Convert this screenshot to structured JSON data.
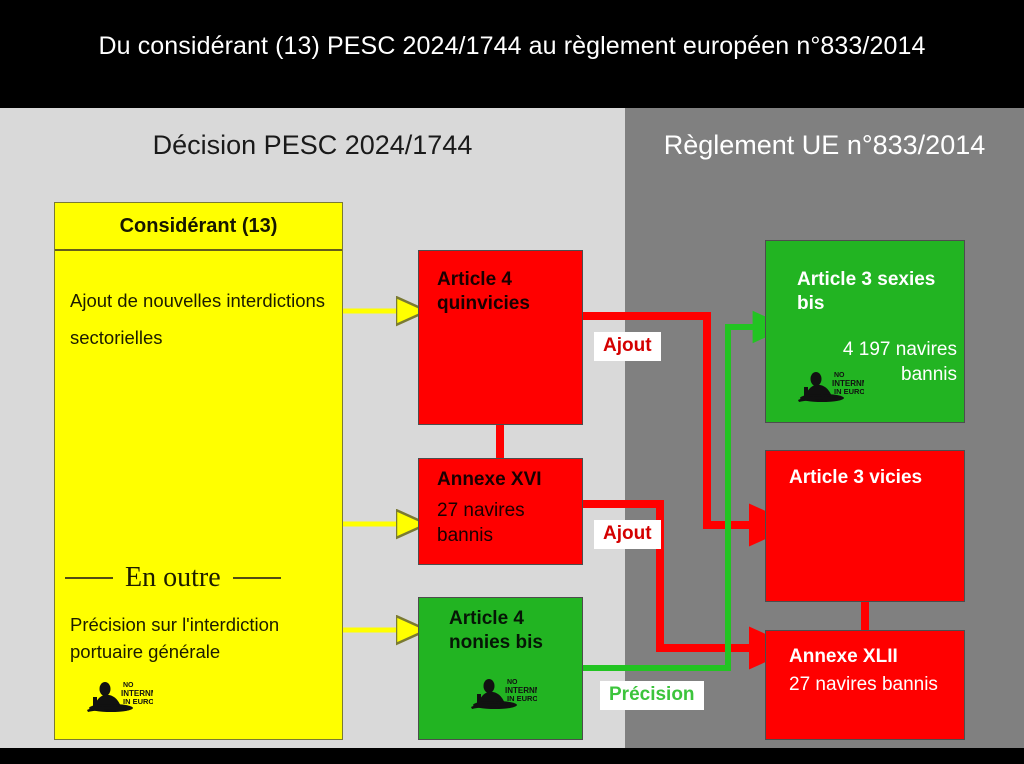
{
  "title": "Du considérant (13) PESC 2024/1744 au règlement européen n°833/2014",
  "panels": {
    "left": {
      "heading": "Décision PESC 2024/1744"
    },
    "right": {
      "heading": "Règlement UE n°833/2014"
    }
  },
  "boxes": {
    "considerant": {
      "header": "Considérant (13)",
      "paragraph1": "Ajout de nouvelles interdictions sectorielles",
      "divider_label": "En outre",
      "paragraph2": "Précision sur l'interdiction portuaire générale",
      "logo": "no-internment-in-europe-logo",
      "color": "#ffff00"
    },
    "article4quinvicies": {
      "title": "Article 4 quinvicies",
      "color": "#ff0000"
    },
    "annexeXVI": {
      "title": "Annexe XVI",
      "subtitle": "27 navires bannis",
      "color": "#ff0000"
    },
    "article4noniesbis": {
      "title": "Article 4 nonies bis",
      "logo": "no-internment-in-europe-logo",
      "color": "#22b422"
    },
    "article3sexiesbis": {
      "title": "Article 3 sexies bis",
      "subtitle": "4 197 navires bannis",
      "logo": "no-internment-in-europe-logo",
      "color": "#22b422"
    },
    "article3vicies": {
      "title": "Article 3 vicies",
      "color": "#ff0000"
    },
    "annexeXLII": {
      "title": "Annexe XLII",
      "subtitle": "27 navires bannis",
      "color": "#ff0000"
    }
  },
  "connector_labels": {
    "ajout_1": "Ajout",
    "ajout_2": "Ajout",
    "precision": "Précision"
  },
  "colors": {
    "background": "#000000",
    "panel_left": "#d9d9d9",
    "panel_right": "#808080",
    "yellow": "#ffff00",
    "red": "#ff0000",
    "green": "#22b422",
    "arrow_green": "#22c422",
    "label_red_text": "#d40000",
    "label_green_text": "#3cc43c"
  }
}
